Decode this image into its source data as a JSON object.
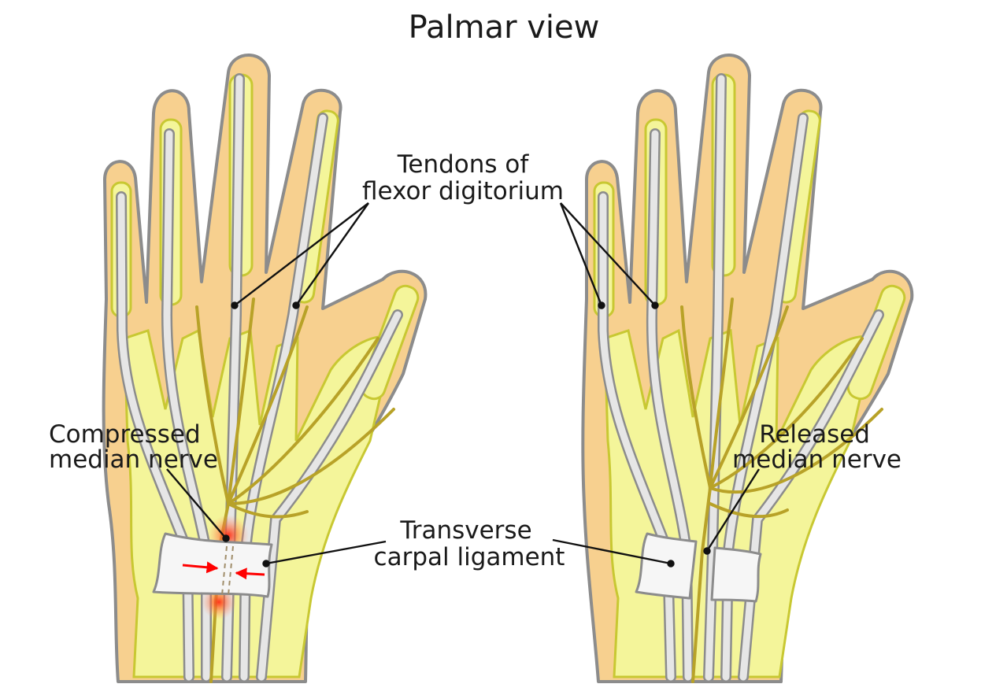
{
  "title": "Palmar view",
  "labels": {
    "tendons_line1": "Tendons of",
    "tendons_line2": "flexor digitorium",
    "compressed_line1": "Compressed",
    "compressed_line2": "median nerve",
    "released_line1": "Released",
    "released_line2": "median nerve",
    "ligament_line1": "Transverse",
    "ligament_line2": "carpal ligament"
  },
  "colors": {
    "skin": "#f7d08f",
    "bone": "#f4f59a",
    "bone_outline": "#c8c832",
    "tendon": "#e6e6e6",
    "nerve": "#c8b432",
    "ligament": "#f6f6f6",
    "outline": "#8c8c8c",
    "compression_glow": "#ff3b1f",
    "arrow": "#ff0000"
  }
}
